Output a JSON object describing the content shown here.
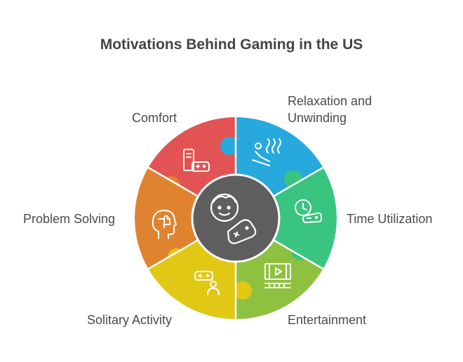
{
  "title": "Motivations Behind Gaming in the US",
  "center": {
    "icon": "gamer-face-controller-icon",
    "color": "#5e5e5e"
  },
  "segments": [
    {
      "id": "comfort",
      "label_lines": [
        "Comfort"
      ],
      "color": "#e25353",
      "icon": "console-gamepad-icon"
    },
    {
      "id": "relaxation",
      "label_lines": [
        "Relaxation and",
        "Unwinding"
      ],
      "color": "#27a9dd",
      "icon": "relaxing-person-icon"
    },
    {
      "id": "time",
      "label_lines": [
        "Time Utilization"
      ],
      "color": "#39c480",
      "icon": "clock-gamepad-icon"
    },
    {
      "id": "entertainment",
      "label_lines": [
        "Entertainment"
      ],
      "color": "#8fc140",
      "icon": "movie-theater-icon"
    },
    {
      "id": "solitary",
      "label_lines": [
        "Solitary Activity"
      ],
      "color": "#e0c815",
      "icon": "person-gamepad-icon"
    },
    {
      "id": "problem",
      "label_lines": [
        "Problem Solving"
      ],
      "color": "#e08330",
      "icon": "brain-puzzle-icon"
    }
  ]
}
